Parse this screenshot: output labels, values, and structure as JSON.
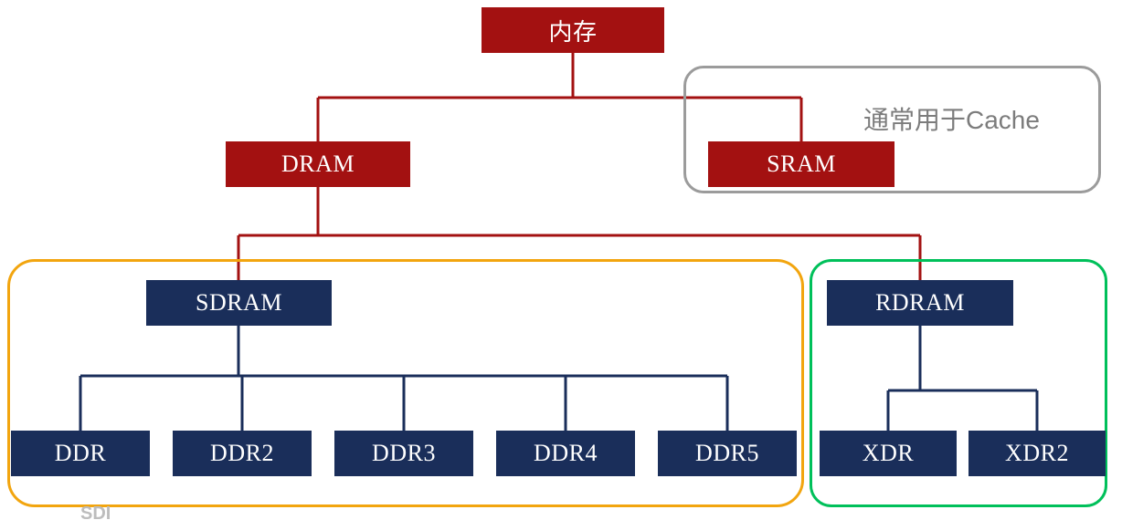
{
  "diagram": {
    "nodes": {
      "memory": "内存",
      "dram": "DRAM",
      "sram": "SRAM",
      "sdram": "SDRAM",
      "rdram": "RDRAM",
      "ddr": "DDR",
      "ddr2": "DDR2",
      "ddr3": "DDR3",
      "ddr4": "DDR4",
      "ddr5": "DDR5",
      "xdr": "XDR",
      "xdr2": "XDR2"
    },
    "notes": {
      "cache": "通常用于Cache",
      "watermark": "SDI"
    },
    "colors": {
      "node_red": "#A31111",
      "node_navy": "#1A2E5A",
      "outline_orange": "#F2A50F",
      "outline_green": "#00C05A",
      "outline_gray": "#9B9B9B",
      "note_text": "#7C7C7C"
    }
  }
}
